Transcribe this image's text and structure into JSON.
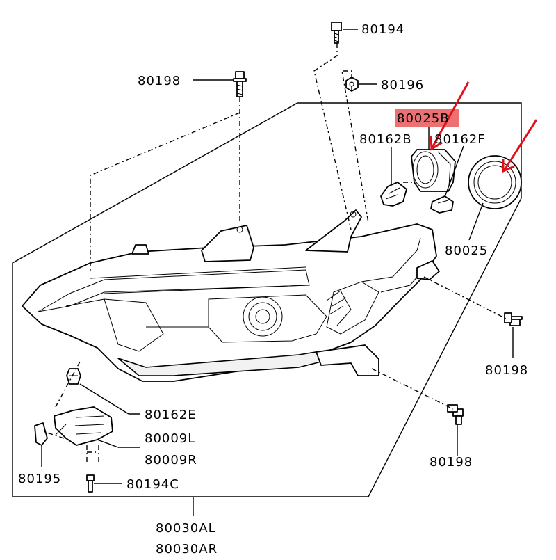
{
  "diagram": {
    "callouts": {
      "p80194": "80194",
      "p80198_top": "80198",
      "p80196": "80196",
      "p80025B": "80025B",
      "p80162B": "80162B",
      "p80162F": "80162F",
      "p80025": "80025",
      "p80198_right": "80198",
      "p80162E": "80162E",
      "p80009L": "80009L",
      "p80009R": "80009R",
      "p80198_bottom": "80198",
      "p80195": "80195",
      "p80194C": "80194C",
      "p80030AL": "80030AL",
      "p80030AR": "80030AR"
    },
    "highlight_color": "#e8585a",
    "arrow_color": "#e0101a"
  }
}
